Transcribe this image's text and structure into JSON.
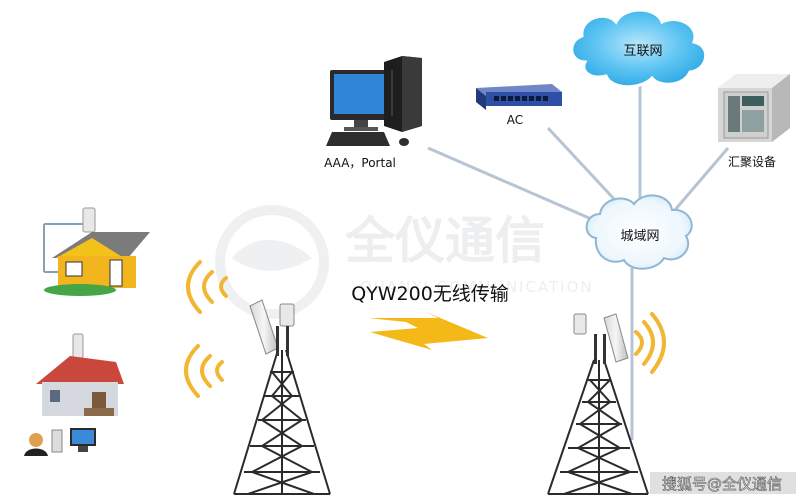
{
  "nodes": {
    "internet": {
      "label": "互联网"
    },
    "metro": {
      "label": "城域网"
    },
    "ac": {
      "label": "AC"
    },
    "server": {
      "label": "AAA，Portal"
    },
    "aggregation": {
      "label": "汇聚设备"
    }
  },
  "link": {
    "label": "QYW200无线传输"
  },
  "watermark": {
    "brand": "全仪通信",
    "sub": "QUANYI COMMUNICATION"
  },
  "footer": {
    "credit": "搜狐号@全仪通信"
  },
  "colors": {
    "cloud": "#45b8ee",
    "link_line": "#b6c4d4",
    "wave": "#f2b632",
    "tower": "#2b2b2b",
    "bolt": "#f4b819"
  }
}
